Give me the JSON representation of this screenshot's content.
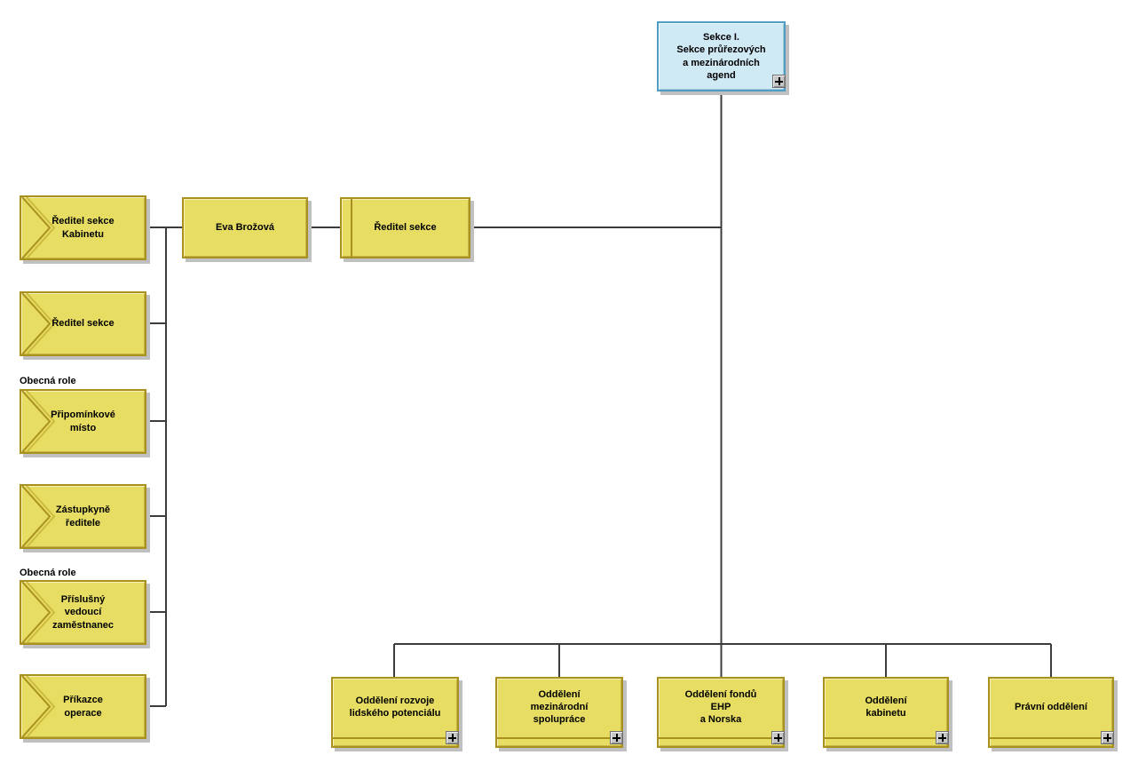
{
  "diagram": {
    "root_unit": {
      "label": "Sekce I.\nSekce průřezových\na mezinárodních\nagend"
    },
    "left_roles": [
      {
        "label": "Ředitel sekce\nKabinetu"
      },
      {
        "label": "Ředitel sekce"
      },
      {
        "caption": "Obecná role",
        "label": "Připomínkové\nmísto"
      },
      {
        "label": "Zástupkyně\nředitele"
      },
      {
        "caption": "Obecná role",
        "label": "Příslušný\nvedoucí\nzaměstnanec"
      },
      {
        "label": "Příkazce\noperace"
      }
    ],
    "person": {
      "label": "Eva Brožová"
    },
    "position": {
      "label": "Ředitel sekce"
    },
    "departments": [
      {
        "label": "Oddělení rozvoje\nlidského potenciálu"
      },
      {
        "label": "Oddělení\nmezinárodní\nspolupráce"
      },
      {
        "label": "Oddělení fondů\nEHP\na Norska"
      },
      {
        "label": "Oddělení\nkabinetu"
      },
      {
        "label": "Právní oddělení"
      }
    ],
    "colors": {
      "unit-fill": "#e7dd62",
      "unit-border": "#a8911f",
      "root-fill": "#cfe9f5",
      "root-border": "#4f9dc4",
      "shadow": "#c0c0c0",
      "line": "#3c3c3c"
    }
  }
}
